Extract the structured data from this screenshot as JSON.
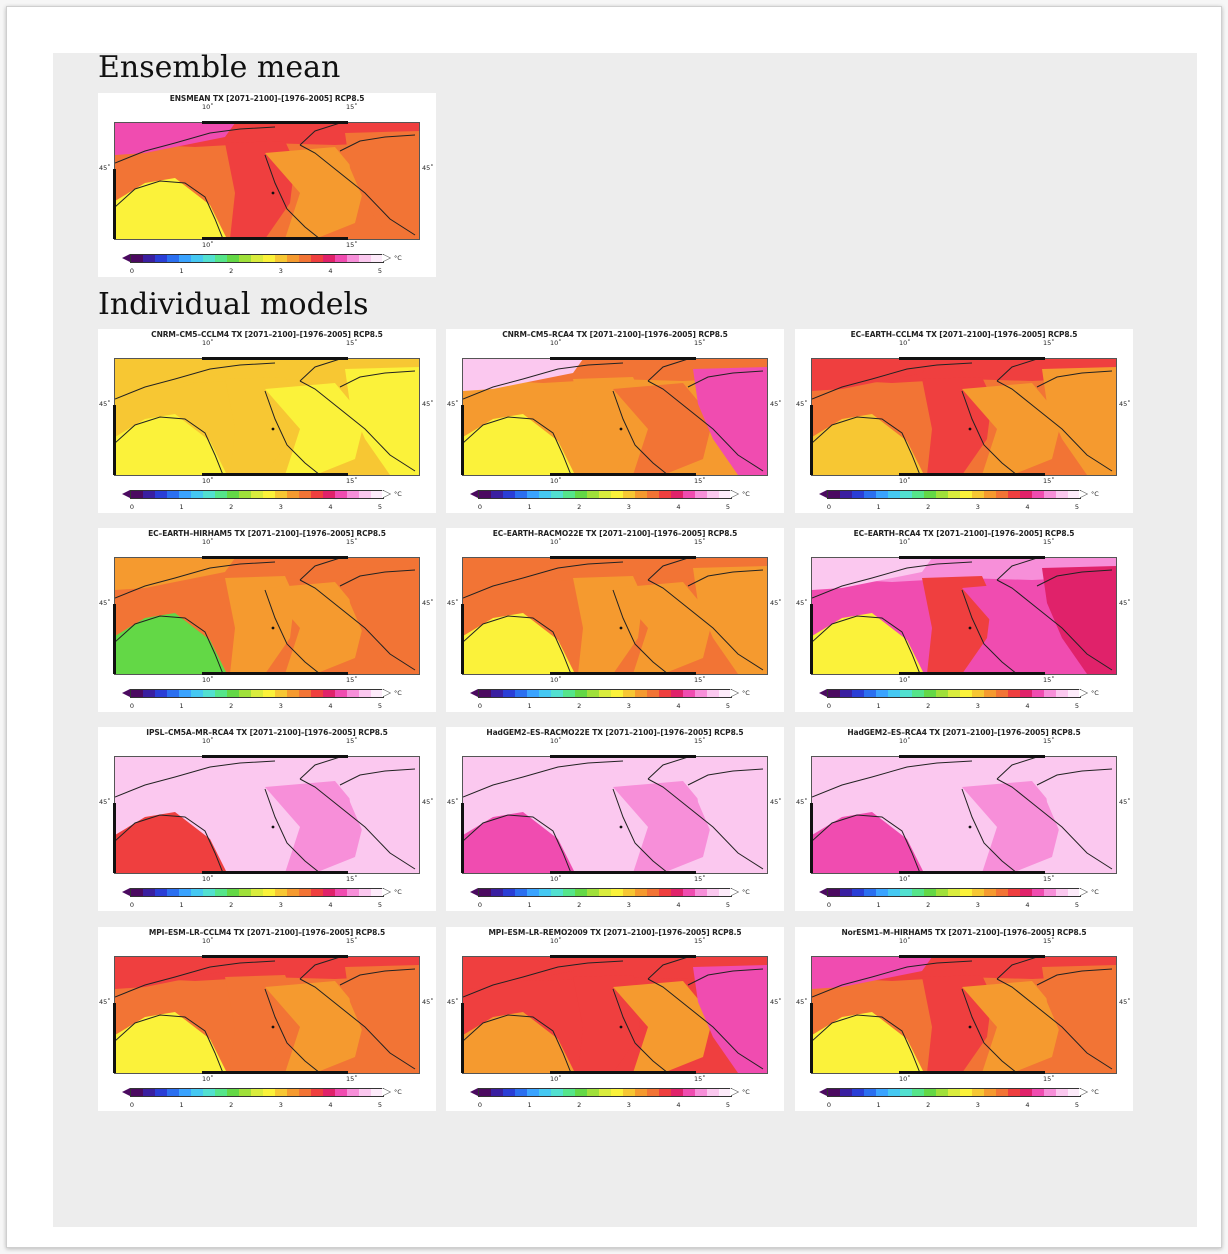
{
  "headings": {
    "ensemble": "Ensemble mean",
    "individual": "Individual models"
  },
  "map_common": {
    "lon_ticks": [
      "10˚",
      "15˚"
    ],
    "lat_tick": "45˚",
    "colorbar_ticks": [
      "0",
      "1",
      "2",
      "3",
      "4",
      "5"
    ],
    "colorbar_unit": "°C",
    "colorbar_range": [
      0,
      5
    ],
    "colorbar_colors": [
      "#4b0a60",
      "#3a1fa0",
      "#2a3ed6",
      "#2b6ff0",
      "#3aa3ff",
      "#45c8f2",
      "#52e0d0",
      "#55e58a",
      "#63d846",
      "#9fe03a",
      "#d9ec3d",
      "#fbf23a",
      "#f7c733",
      "#f59a2f",
      "#f27435",
      "#ef3f3f",
      "#e0226a",
      "#f04cb0",
      "#f78fd9",
      "#fbc8ef",
      "#fdebfa"
    ]
  },
  "panels": [
    {
      "title": "ENSMEAN TX [2071–2100]–[1976–2005] RCP8.5",
      "base": "#f27435",
      "north": "#ef3f3f",
      "alps": "#f04cb0",
      "po": "#ef3f3f",
      "italy": "#fbf23a",
      "east": "#f59a2f",
      "balkan": "#f27435"
    },
    {
      "title": "CNRM–CM5–CCLM4 TX [2071–2100]–[1976–2005] RCP8.5",
      "base": "#f7c733",
      "north": "#f7c733",
      "alps": "#f7c733",
      "po": "#f7c733",
      "italy": "#fbf23a",
      "east": "#fbf23a",
      "balkan": "#fbf23a"
    },
    {
      "title": "CNRM–CM5–RCA4 TX [2071–2100]–[1976–2005] RCP8.5",
      "base": "#f59a2f",
      "north": "#f27435",
      "alps": "#fbc8ef",
      "po": "#f59a2f",
      "italy": "#fbf23a",
      "east": "#f27435",
      "balkan": "#f04cb0"
    },
    {
      "title": "EC–EARTH–CCLM4 TX [2071–2100]–[1976–2005] RCP8.5",
      "base": "#f27435",
      "north": "#ef3f3f",
      "alps": "#ef3f3f",
      "po": "#ef3f3f",
      "italy": "#f7c733",
      "east": "#f59a2f",
      "balkan": "#f59a2f"
    },
    {
      "title": "EC–EARTH–HIRHAM5 TX [2071–2100]–[1976–2005] RCP8.5",
      "base": "#f27435",
      "north": "#f27435",
      "alps": "#f59a2f",
      "po": "#f59a2f",
      "italy": "#63d846",
      "east": "#f59a2f",
      "balkan": "#f27435"
    },
    {
      "title": "EC–EARTH–RACMO22E TX [2071–2100]–[1976–2005] RCP8.5",
      "base": "#f27435",
      "north": "#f27435",
      "alps": "#f27435",
      "po": "#f59a2f",
      "italy": "#fbf23a",
      "east": "#f59a2f",
      "balkan": "#f59a2f"
    },
    {
      "title": "EC–EARTH–RCA4 TX [2071–2100]–[1976–2005] RCP8.5",
      "base": "#f04cb0",
      "north": "#f78fd9",
      "alps": "#fbc8ef",
      "po": "#ef3f3f",
      "italy": "#fbf23a",
      "east": "#f04cb0",
      "balkan": "#e0226a"
    },
    {
      "title": "IPSL–CM5A–MR–RCA4 TX [2071–2100]–[1976–2005] RCP8.5",
      "base": "#fbc8ef",
      "north": "#fbc8ef",
      "alps": "#fbc8ef",
      "po": "#fbc8ef",
      "italy": "#ef3f3f",
      "east": "#f78fd9",
      "balkan": "#fbc8ef"
    },
    {
      "title": "HadGEM2–ES–RACMO22E TX [2071–2100]–[1976–2005] RCP8.5",
      "base": "#fbc8ef",
      "north": "#fbc8ef",
      "alps": "#fbc8ef",
      "po": "#fbc8ef",
      "italy": "#f04cb0",
      "east": "#f78fd9",
      "balkan": "#fbc8ef"
    },
    {
      "title": "HadGEM2–ES–RCA4 TX [2071–2100]–[1976–2005] RCP8.5",
      "base": "#fbc8ef",
      "north": "#fbc8ef",
      "alps": "#fbc8ef",
      "po": "#fbc8ef",
      "italy": "#f04cb0",
      "east": "#f78fd9",
      "balkan": "#fbc8ef"
    },
    {
      "title": "MPI–ESM–LR–CCLM4 TX [2071–2100]–[1976–2005] RCP8.5",
      "base": "#f27435",
      "north": "#ef3f3f",
      "alps": "#ef3f3f",
      "po": "#f27435",
      "italy": "#fbf23a",
      "east": "#f59a2f",
      "balkan": "#f27435"
    },
    {
      "title": "MPI–ESM–LR–REMO2009 TX [2071–2100]–[1976–2005] RCP8.5",
      "base": "#ef3f3f",
      "north": "#ef3f3f",
      "alps": "#ef3f3f",
      "po": "#ef3f3f",
      "italy": "#f59a2f",
      "east": "#f59a2f",
      "balkan": "#f04cb0"
    },
    {
      "title": "NorESM1–M–HIRHAM5 TX [2071–2100]–[1976–2005] RCP8.5",
      "base": "#f27435",
      "north": "#ef3f3f",
      "alps": "#f04cb0",
      "po": "#ef3f3f",
      "italy": "#fbf23a",
      "east": "#f59a2f",
      "balkan": "#f27435"
    }
  ]
}
